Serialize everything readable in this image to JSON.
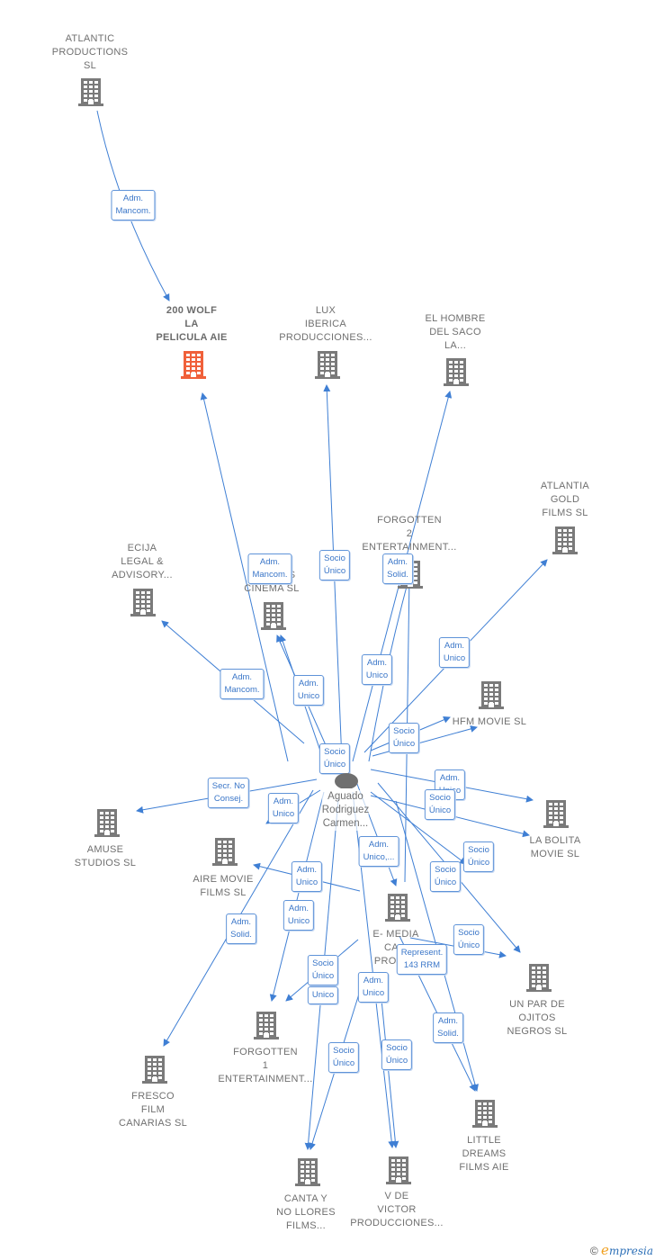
{
  "colors": {
    "edge": "#3f7fd4",
    "company": "#7a7a7a",
    "focus": "#f0603a",
    "person": "#6f6f6f"
  },
  "nodes": [
    {
      "id": "atlantic",
      "label": "ATLANTIC\nPRODUCTIONS\nSL"
    },
    {
      "id": "wolf",
      "label": "200 WOLF\nLA\nPELICULA AIE",
      "focus": true
    },
    {
      "id": "lux",
      "label": "LUX\nIBERICA\nPRODUCCIONES..."
    },
    {
      "id": "hombre",
      "label": "EL HOMBRE\nDEL SACO\nLA..."
    },
    {
      "id": "atlantia",
      "label": "ATLANTIA\nGOLD\nFILMS SL"
    },
    {
      "id": "forgotten2",
      "label": "FORGOTTEN\n2\nENTERTAINMENT..."
    },
    {
      "id": "ecija",
      "label": "ECIJA\nLEGAL &\nADVISORY..."
    },
    {
      "id": "prodcinema",
      "label": "PR...  NES\nCINEMA SL"
    },
    {
      "id": "hfm",
      "label": "HFM MOVIE SL"
    },
    {
      "id": "amuse",
      "label": "AMUSE\nSTUDIOS SL"
    },
    {
      "id": "aire",
      "label": "AIRE MOVIE\nFILMS SL"
    },
    {
      "id": "labolita",
      "label": "LA BOLITA\nMOVIE SL"
    },
    {
      "id": "emedia",
      "label": "E- MEDIA\nCA...\nPROJE..."
    },
    {
      "id": "unpar",
      "label": "UN PAR DE\nOJITOS\nNEGROS SL"
    },
    {
      "id": "forgotten1",
      "label": "FORGOTTEN\n1\nENTERTAINMENT..."
    },
    {
      "id": "fresco",
      "label": "FRESCO\nFILM\nCANARIAS SL"
    },
    {
      "id": "little",
      "label": "LITTLE\nDREAMS\nFILMS AIE"
    },
    {
      "id": "canta",
      "label": "CANTA Y\nNO LLORES\nFILMS..."
    },
    {
      "id": "victor",
      "label": "V DE\nVICTOR\nPRODUCCIONES..."
    }
  ],
  "person": {
    "label": "Aguado\nRodriguez\nCarmen..."
  },
  "relations": [
    {
      "id": "r1",
      "label": "Adm.\nMancom."
    },
    {
      "id": "r2",
      "label": "Adm.\nMancom."
    },
    {
      "id": "r3",
      "label": "Socio\nÚnico"
    },
    {
      "id": "r4",
      "label": "Adm.\nSolid."
    },
    {
      "id": "r5",
      "label": "Adm.\nMancom."
    },
    {
      "id": "r6",
      "label": "Adm.\nUnico"
    },
    {
      "id": "r7",
      "label": "Adm.\nUnico"
    },
    {
      "id": "r8",
      "label": "Adm.\nUnico"
    },
    {
      "id": "r9",
      "label": "Socio\nÚnico"
    },
    {
      "id": "r10",
      "label": "Socio\nÚnico"
    },
    {
      "id": "r11",
      "label": "Adm.\nUnico"
    },
    {
      "id": "r12",
      "label": "Socio\nÚnico"
    },
    {
      "id": "r13",
      "label": "Secr. No\nConsej."
    },
    {
      "id": "r14",
      "label": "Adm.\nUnico"
    },
    {
      "id": "r15",
      "label": "Adm.\nUnico,..."
    },
    {
      "id": "r16",
      "label": "Socio\nÚnico"
    },
    {
      "id": "r17",
      "label": "Adm.\nUnico"
    },
    {
      "id": "r18",
      "label": "Socio\nÚnico"
    },
    {
      "id": "r19",
      "label": "Adm.\nSolid."
    },
    {
      "id": "r20",
      "label": "Adm.\nUnico"
    },
    {
      "id": "r21",
      "label": "Socio\nÚnico"
    },
    {
      "id": "r22",
      "label": "Represent.\n143 RRM"
    },
    {
      "id": "r23",
      "label": "Socio\nÚnico"
    },
    {
      "id": "r24",
      "label": "Unico"
    },
    {
      "id": "r25",
      "label": "Adm.\nUnico"
    },
    {
      "id": "r26",
      "label": "Adm.\nSolid."
    },
    {
      "id": "r27",
      "label": "Socio\nÚnico"
    },
    {
      "id": "r28",
      "label": "Socio\nÚnico"
    }
  ],
  "footer": {
    "copyright": "©",
    "brand_initial": "e",
    "brand_rest": "mpresia"
  }
}
